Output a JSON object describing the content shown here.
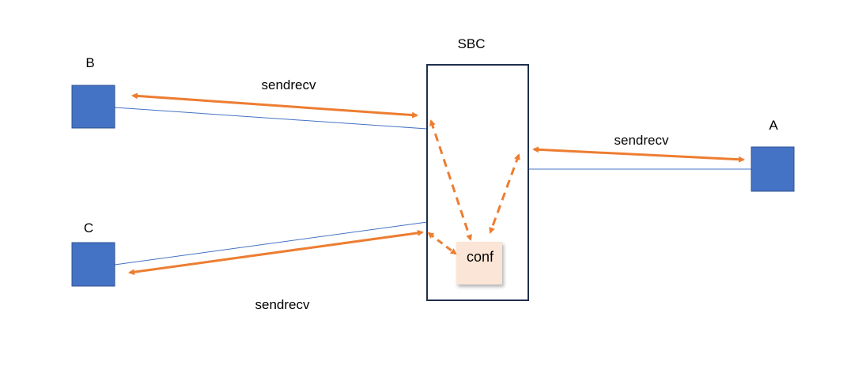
{
  "diagram": {
    "sbc": {
      "label": "SBC"
    },
    "conf": {
      "label": "conf"
    },
    "endpoints": [
      {
        "id": "B",
        "label": "B"
      },
      {
        "id": "C",
        "label": "C"
      },
      {
        "id": "A",
        "label": "A"
      }
    ],
    "links": [
      {
        "from": "B",
        "to": "SBC",
        "label": "sendrecv"
      },
      {
        "from": "C",
        "to": "SBC",
        "label": "sendrecv"
      },
      {
        "from": "SBC",
        "to": "A",
        "label": "sendrecv"
      }
    ],
    "colors": {
      "endpoint_fill": "#4472C4",
      "endpoint_stroke": "#2F528F",
      "sbc_stroke": "#1F2F4D",
      "media_arrow": "#ED7D31",
      "signal_line": "#4472C4",
      "conf_fill": "#FBE5D6"
    }
  }
}
